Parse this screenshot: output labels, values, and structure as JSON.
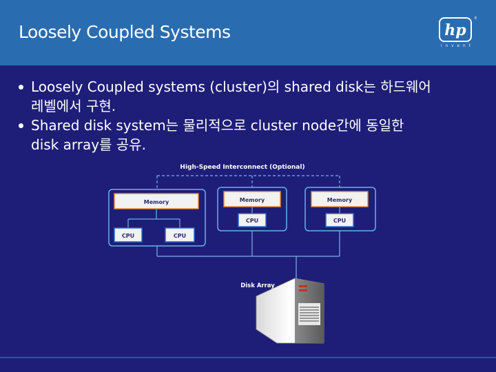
{
  "slide": {
    "title": "Loosely Coupled Systems",
    "logo_text": "hp",
    "logo_tagline": "invent"
  },
  "bullets": [
    {
      "line1": "Loosely Coupled systems (cluster)의 shared disk는 하드웨어",
      "line2": "레벨에서 구현."
    },
    {
      "line1": "Shared disk system는 물리적으로 cluster node간에 동일한",
      "line2": "disk array를 공유."
    }
  ],
  "diagram": {
    "interconnect_label": "High-Speed Interconnect (Optional)",
    "node1": {
      "memory_label": "Memory",
      "cpu1_label": "CPU",
      "cpu2_label": "CPU"
    },
    "node2": {
      "memory_label": "Memory",
      "cpu_label": "CPU"
    },
    "node3": {
      "memory_label": "Memory",
      "cpu_label": "CPU"
    },
    "disk_array_label": "Disk Array"
  },
  "colors": {
    "background": "#1e1e78",
    "header": "#2a6cb0",
    "node_border": "#6cb0e8",
    "memory_border": "#e88a28",
    "cpu_border": "#2a6cd0",
    "box_fill": "#f2f2f2"
  }
}
